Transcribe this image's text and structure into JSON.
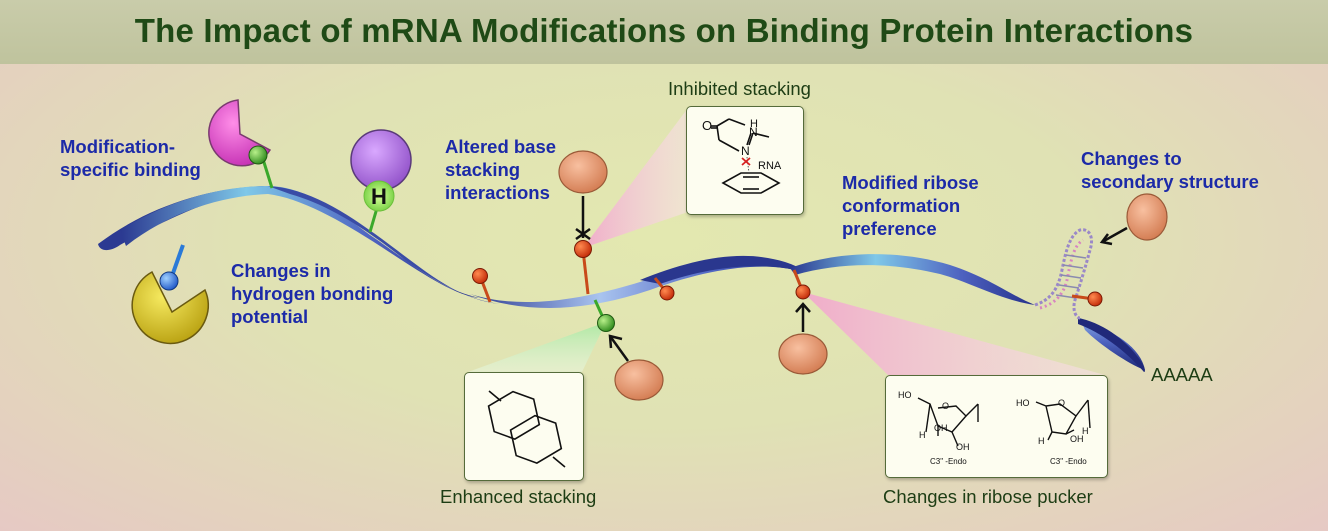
{
  "title": "The Impact of mRNA Modifications on Binding Protein Interactions",
  "labels": {
    "modification_specific_binding": "Modification-\nspecific binding",
    "hydrogen_bonding": "Changes in\nhydrogen bonding\npotential",
    "altered_base_stacking": "Altered base\nstacking\ninteractions",
    "modified_ribose": "Modified ribose\nconformation\npreference",
    "secondary_structure": "Changes to\nsecondary structure",
    "inhibited_stacking": "Inhibited stacking",
    "enhanced_stacking": "Enhanced stacking",
    "ribose_pucker": "Changes in ribose pucker",
    "poly_a_tail": "AAAAA"
  },
  "icons": {
    "hydrogen_badge": "H",
    "rna_label": "RNA",
    "oxygen_label": "O",
    "nitrogen_label_top": "N",
    "nitrogen_label_h": "H",
    "nitrogen_label_ring": "N"
  },
  "ribose": {
    "left_caption": "C3\" -Endo",
    "right_caption": "C3\" -Endo",
    "ho": "HO",
    "oh": "OH",
    "h": "H",
    "o": "O"
  },
  "colors": {
    "title": "#1f4a16",
    "label_blue": "#1c2aa8",
    "ribbon": "#3a4aa0",
    "protein_orange": "#e0906a",
    "modification_red": "#d63a10",
    "modification_green": "#3aa82a",
    "protein_magenta": "#e04ccf",
    "protein_purple": "#b16ee0",
    "protein_yellow": "#dcc615"
  }
}
